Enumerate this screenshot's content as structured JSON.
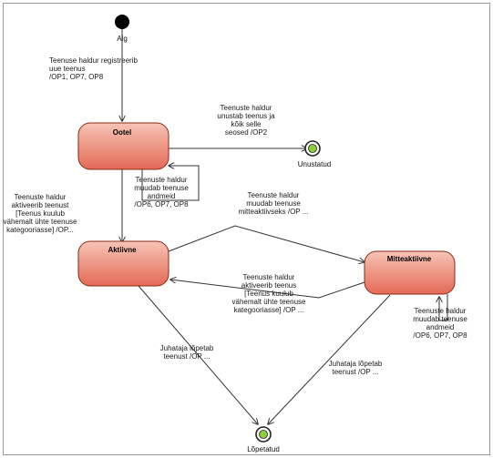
{
  "colors": {
    "state_fill_top": "#f6c4b6",
    "state_fill_bottom": "#e46a55",
    "state_stroke": "#8a2a1a",
    "final_ring": "#222222",
    "final_inner": "#8ccf3a",
    "line": "#333333",
    "frame": "#9a9a9a"
  },
  "nodes": {
    "initial": {
      "label": "Alg"
    },
    "unustatud": {
      "label": "Unustatud"
    },
    "lopetatud": {
      "label": "Lõpetatud"
    }
  },
  "states": {
    "ootel": {
      "name": "Ootel"
    },
    "aktiivne": {
      "name": "Aktiivne"
    },
    "mitteaktiivne": {
      "name": "Mitteaktiivne"
    }
  },
  "transitions": {
    "register": "Teenuse haldur registreerib\nuue teenus\n/OP1, OP7, OP8",
    "forget": "Teenuste haldur\nunustab teenus ja\nkõik selle\nseosed /OP2",
    "ootel_self": "Teenuste haldur\nmuudab teenuse\nandmeid\n/OP6, OP7, OP8",
    "activate_from_ootel": "Teenuste haldur\naktiveerib teenust\n[Teenus kuulub\nvähemalt ühte teenuse\nkategooriasse] /OP...",
    "deactivate": "Teenuste haldur\nmuudab teenuse\nmitteaktiivseks /OP ...",
    "reactivate": "Teenuste haldur\naktiveerib teenus\n[Teenus kuulub\nvähemalt ühte teenuse\nkategooriasse] /OP ...",
    "mitte_self": "Teenuste haldur\nmuudab teenuse\nandmeid\n/OP6, OP7, OP8",
    "end_from_aktiivne": "Juhataja lõpetab\nteenust /OP ...",
    "end_from_mitte": "Juhataja lõpetab\nteenust /OP ..."
  }
}
